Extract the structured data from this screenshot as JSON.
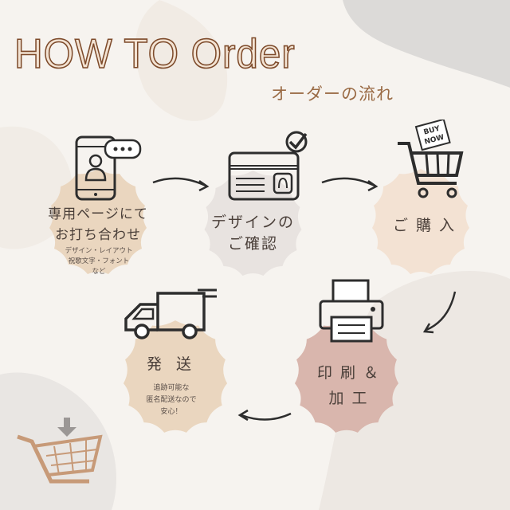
{
  "title": "HOW TO Order",
  "subtitle": "オーダーの流れ",
  "steps": {
    "consult": {
      "line1": "専用ページにて",
      "line2": "お打ち合わせ",
      "note1": "デザイン・レイアウト",
      "note2": "祝歌文字・フォント",
      "note3": "など"
    },
    "confirm": {
      "line1": "デザインの",
      "line2": "ご確認"
    },
    "purchase": {
      "label": "ご 購 入",
      "badge1": "BUY",
      "badge2": "NOW"
    },
    "print": {
      "line1": "印 刷 ＆",
      "line2": "加 工"
    },
    "ship": {
      "label": "発 送",
      "note1": "追跡可能な",
      "note2": "匿名配送なので",
      "note3": "安心！"
    }
  },
  "colors": {
    "background": "#f6f3ef",
    "blob_tan": "#ead6bf",
    "blob_grey": "#e8e3e0",
    "blob_peach": "#f3e2d3",
    "blob_rose": "#d9b6ad",
    "title_brown": "#7d4a2a",
    "icon_dark": "#2d2d2d",
    "cart_tan": "#c79a78"
  }
}
